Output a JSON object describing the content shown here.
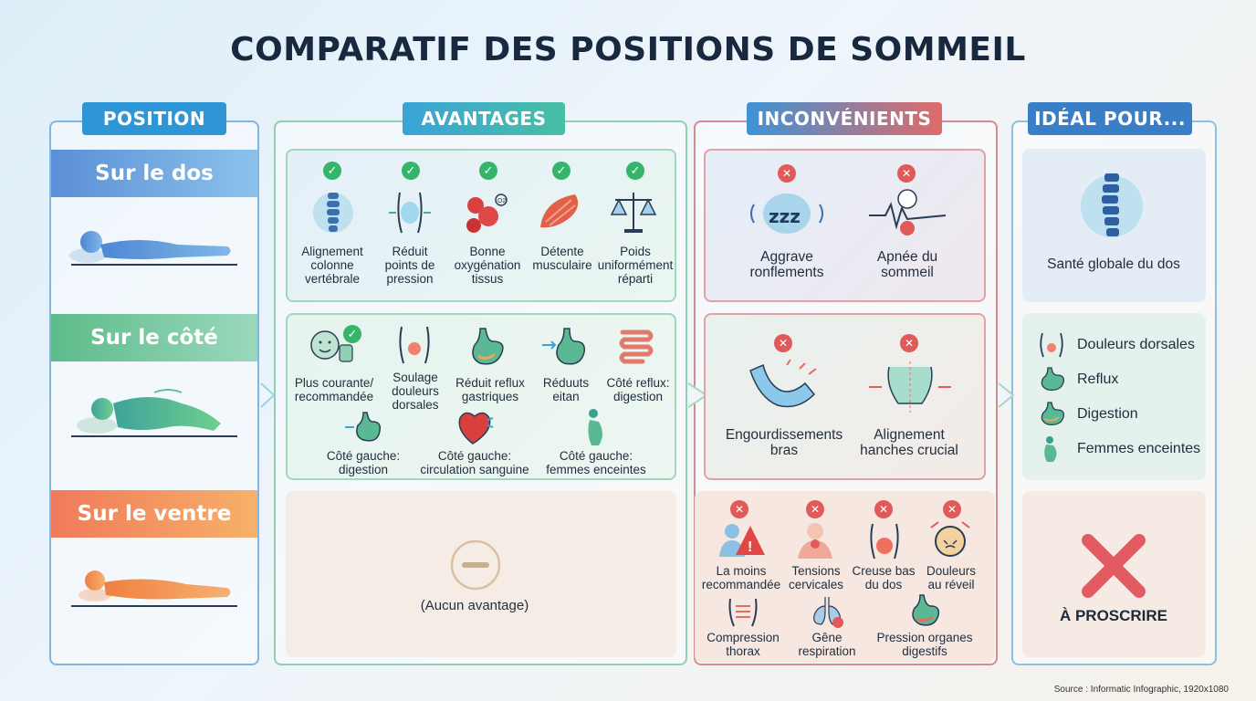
{
  "title": "COMPARATIF DES POSITIONS DE SOMMEIL",
  "headers": {
    "position": "POSITION",
    "avantages": "AVANTAGES",
    "inconvenients": "INCONVÉNIENTS",
    "ideal": "IDÉAL POUR..."
  },
  "positions": {
    "back": "Sur le dos",
    "side": "Sur le côté",
    "belly": "Sur le ventre"
  },
  "avantages": {
    "back": [
      {
        "label": "Alignement colonne vertébrale",
        "icon": "spine-icon"
      },
      {
        "label": "Réduit points de pression",
        "icon": "torso-pressure-icon"
      },
      {
        "label": "Bonne oxygénation tissus",
        "icon": "blood-cells-icon"
      },
      {
        "label": "Détente musculaire",
        "icon": "muscle-icon"
      },
      {
        "label": "Poids uniformément réparti",
        "icon": "scale-icon"
      }
    ],
    "side_row1": [
      {
        "label": "Plus courante/ recommandée",
        "icon": "thumbs-up-icon"
      },
      {
        "label": "Soulage douleurs dorsales",
        "icon": "back-pain-icon"
      },
      {
        "label": "Réduit reflux gastriques",
        "icon": "stomach-icon"
      },
      {
        "label": "Réduuts eitan",
        "icon": "stomach-arrow-icon"
      },
      {
        "label": "Côté reflux: digestion",
        "icon": "intestine-icon"
      }
    ],
    "side_row2": [
      {
        "label": "Côté gauche: digestion",
        "icon": "stomach-icon"
      },
      {
        "label": "Côté gauche: circulation sanguine",
        "icon": "heart-icon"
      },
      {
        "label": "Côté gauche: femmes enceintes",
        "icon": "pregnant-icon"
      }
    ],
    "belly": "(Aucun avantage)"
  },
  "inconvenients": {
    "back": [
      {
        "label": "Aggrave ronflements",
        "icon": "snore-icon"
      },
      {
        "label": "Apnée du sommeil",
        "icon": "apnea-icon"
      }
    ],
    "side": [
      {
        "label": "Engourdissements bras",
        "icon": "arm-numb-icon"
      },
      {
        "label": "Alignement hanches crucial",
        "icon": "hips-icon"
      }
    ],
    "belly_row1": [
      {
        "label": "La moins recommandée",
        "icon": "warning-person-icon"
      },
      {
        "label": "Tensions cervicales",
        "icon": "neck-icon"
      },
      {
        "label": "Creuse bas du dos",
        "icon": "lower-back-icon"
      },
      {
        "label": "Douleurs au réveil",
        "icon": "alarm-clock-icon"
      }
    ],
    "belly_row2": [
      {
        "label": "Compression thorax",
        "icon": "thorax-icon"
      },
      {
        "label": "Gêne respiration",
        "icon": "lungs-icon"
      },
      {
        "label": "Pression organes digestifs",
        "icon": "stomach-icon"
      }
    ]
  },
  "ideal": {
    "back": "Santé globale du dos",
    "side": [
      {
        "label": "Douleurs dorsales",
        "icon": "back-pain-icon"
      },
      {
        "label": "Reflux",
        "icon": "stomach-icon"
      },
      {
        "label": "Digestion",
        "icon": "stomach-icon"
      },
      {
        "label": "Femmes enceintes",
        "icon": "pregnant-icon"
      }
    ],
    "belly": "À PROSCRIRE"
  },
  "source": "Source : Informatic Infographic, 1920x1080"
}
